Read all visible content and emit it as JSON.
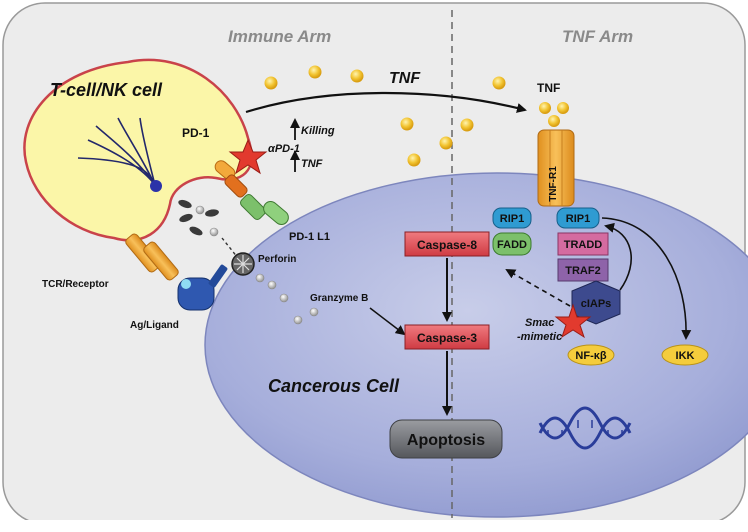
{
  "headers": {
    "immune_arm": "Immune Arm",
    "tnf_arm": "TNF Arm"
  },
  "cells": {
    "t_cell": "T-cell/NK cell",
    "cancer_cell": "Cancerous Cell"
  },
  "labels": {
    "pd1": "PD-1",
    "apd1": "αPD-1",
    "killing": "Killing",
    "tnf_up": "TNF",
    "tnf_top": "TNF",
    "tnf_ligand": "TNF",
    "pdl1": "PD-1 L1",
    "perforin": "Perforin",
    "granzyme": "Granzyme B",
    "tcr": "TCR/Receptor",
    "ag": "Ag/Ligand",
    "tnfr1": "TNF-R1",
    "smac_line1": "Smac",
    "smac_line2": "-mimetic"
  },
  "boxes": {
    "caspase8": "Caspase-8",
    "caspase3": "Caspase-3",
    "apoptosis": "Apoptosis",
    "rip1_left": "RIP1",
    "rip1_right": "RIP1",
    "fadd": "FADD",
    "tradd": "TRADD",
    "traf2": "TRAF2",
    "ciaps": "cIAPs",
    "nfkb": "NF-κβ",
    "ikk": "IKK"
  },
  "colors": {
    "outer_bg": "#ebebeb",
    "cancer_fill": "#a9b1dc",
    "t_cell_fill": "#fbf6a8",
    "t_cell_stroke": "#c9434a",
    "caspase": "#e3555c",
    "receptor_orange": "#f2a93b",
    "rip1_blue": "#2f9bd2",
    "fadd_green": "#7cc06b",
    "tradd_pink": "#d46ba0",
    "traf2_purple": "#8e63a9",
    "ciaps_navy": "#3d4a8e",
    "yellow_oval": "#f4cc3c",
    "apoptosis_grey": "#6d6f74"
  }
}
